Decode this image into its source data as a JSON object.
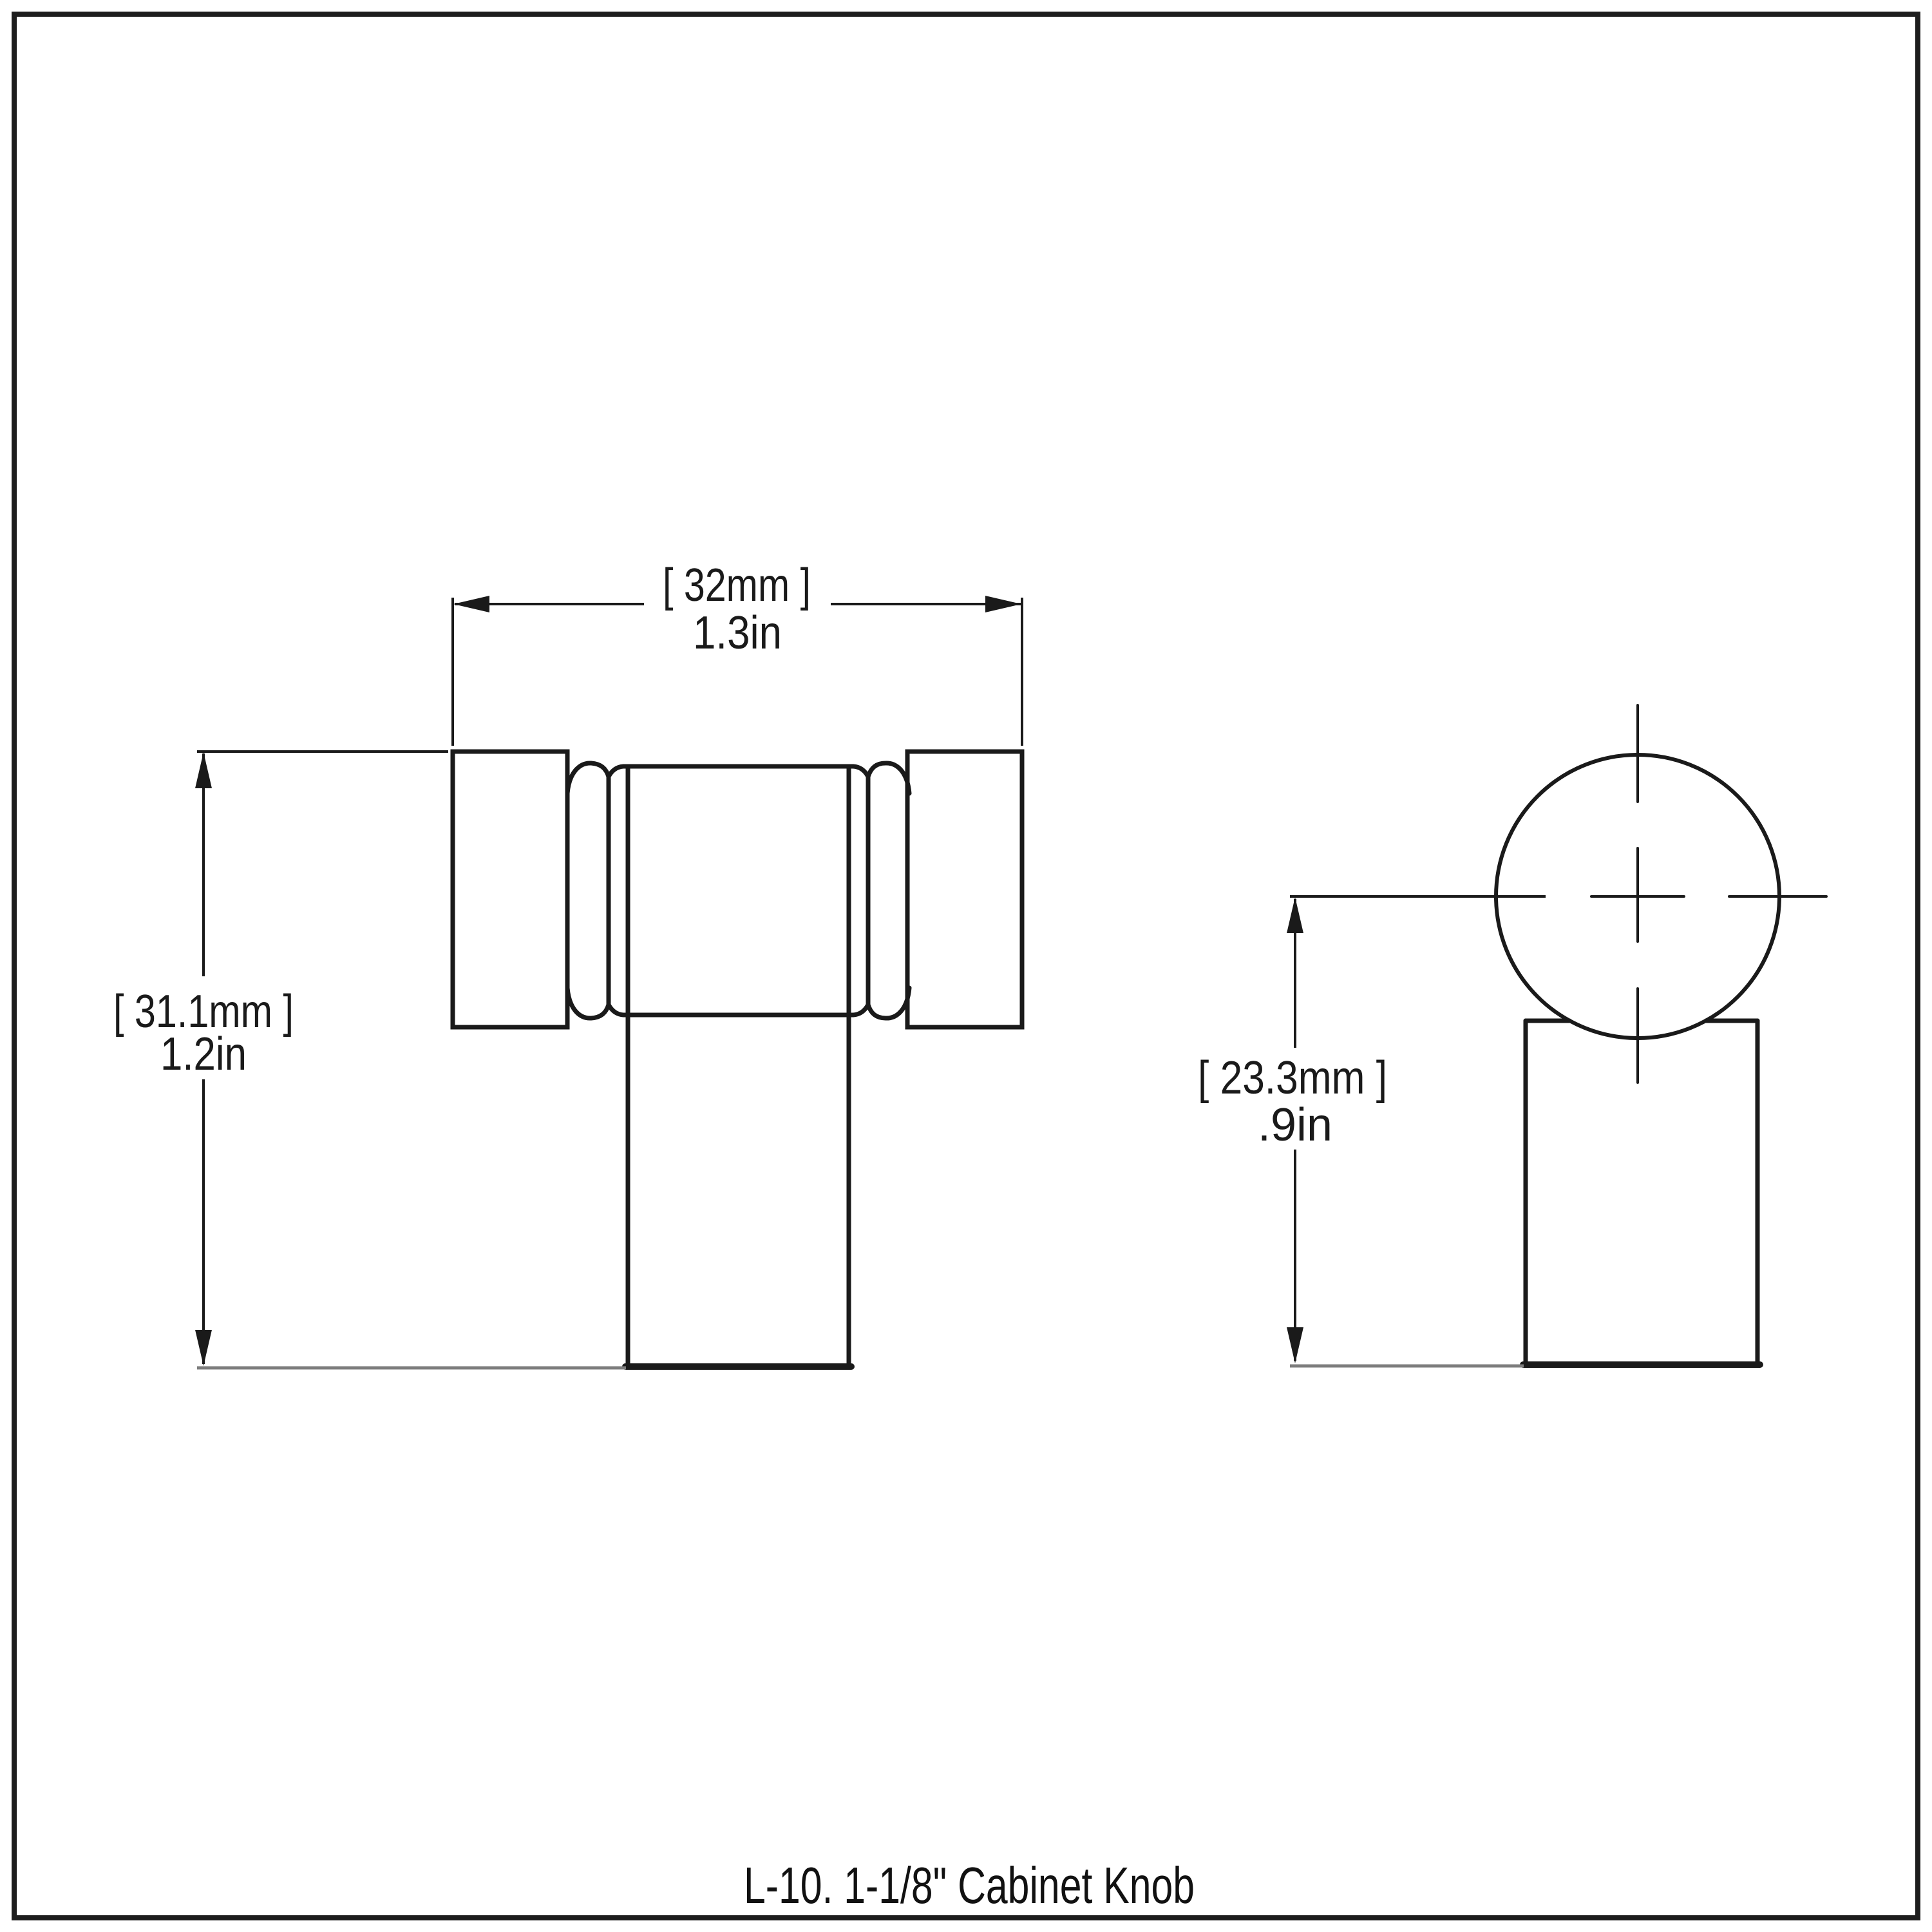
{
  "caption": "L-10. 1-1/8\" Cabinet Knob",
  "dimensions": {
    "width": {
      "metric": "[ 32mm ]",
      "imperial": "1.3in"
    },
    "height": {
      "metric": "[ 31.1mm ]",
      "imperial": "1.2in"
    },
    "depth": {
      "metric": "[ 23.3mm ]",
      "imperial": ".9in"
    }
  },
  "colors": {
    "line": "#1a1a1a",
    "extension": "#7d7d7d",
    "border": "#1d1d1d",
    "background": "#ffffff"
  }
}
